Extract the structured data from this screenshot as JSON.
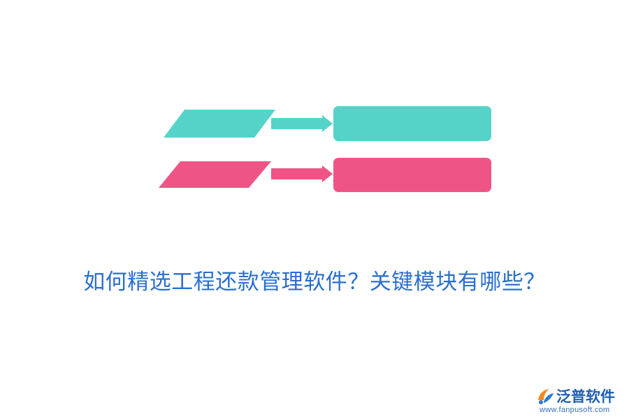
{
  "headline": "如何精选工程还款管理软件？关键模块有哪些？",
  "flow_rows": [
    {
      "color": "#55d3c8"
    },
    {
      "color": "#ee5586"
    }
  ],
  "colors": {
    "headline": "#2b6fce",
    "logo_text": "#1f5fb0",
    "logo_orange": "#f08a24",
    "logo_blue": "#2a7ad6"
  },
  "logo": {
    "name": "泛普软件",
    "url": "www.fanpusoft.com"
  }
}
